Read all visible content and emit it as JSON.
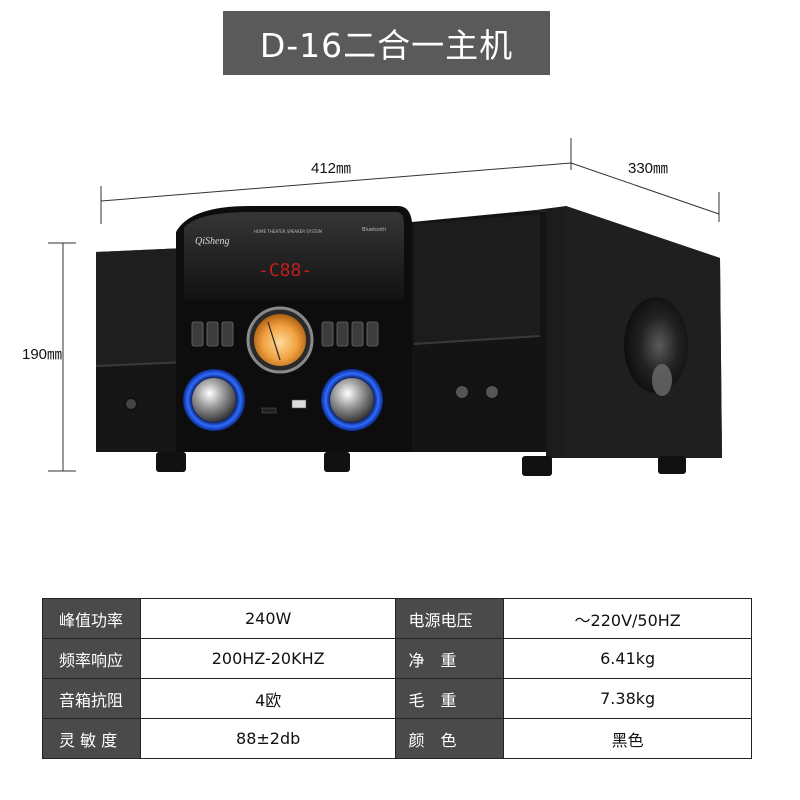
{
  "title": "D-16二合一主机",
  "dimensions": {
    "width": "412㎜",
    "depth": "330㎜",
    "height": "190㎜"
  },
  "product_printed_text": {
    "brand": "QiSheng",
    "subtitle": "HOME THEATER SPEAKER SYSTEM",
    "bluetooth": "Bluetooth",
    "display": "-C88-"
  },
  "specs": [
    {
      "label1": "峰值功率",
      "value1": "240W",
      "label2": "电源电压",
      "value2": "～220V/50HZ"
    },
    {
      "label1": "频率响应",
      "value1": "200HZ-20KHZ",
      "label2": "净　重",
      "value2": "6.41kg"
    },
    {
      "label1": "音箱抗阻",
      "value1": "4欧",
      "label2": "毛　重",
      "value2": "7.38kg"
    },
    {
      "label1": "灵 敏 度",
      "value1": "88±2db",
      "label2": "颜　色",
      "value2": "黑色"
    }
  ]
}
